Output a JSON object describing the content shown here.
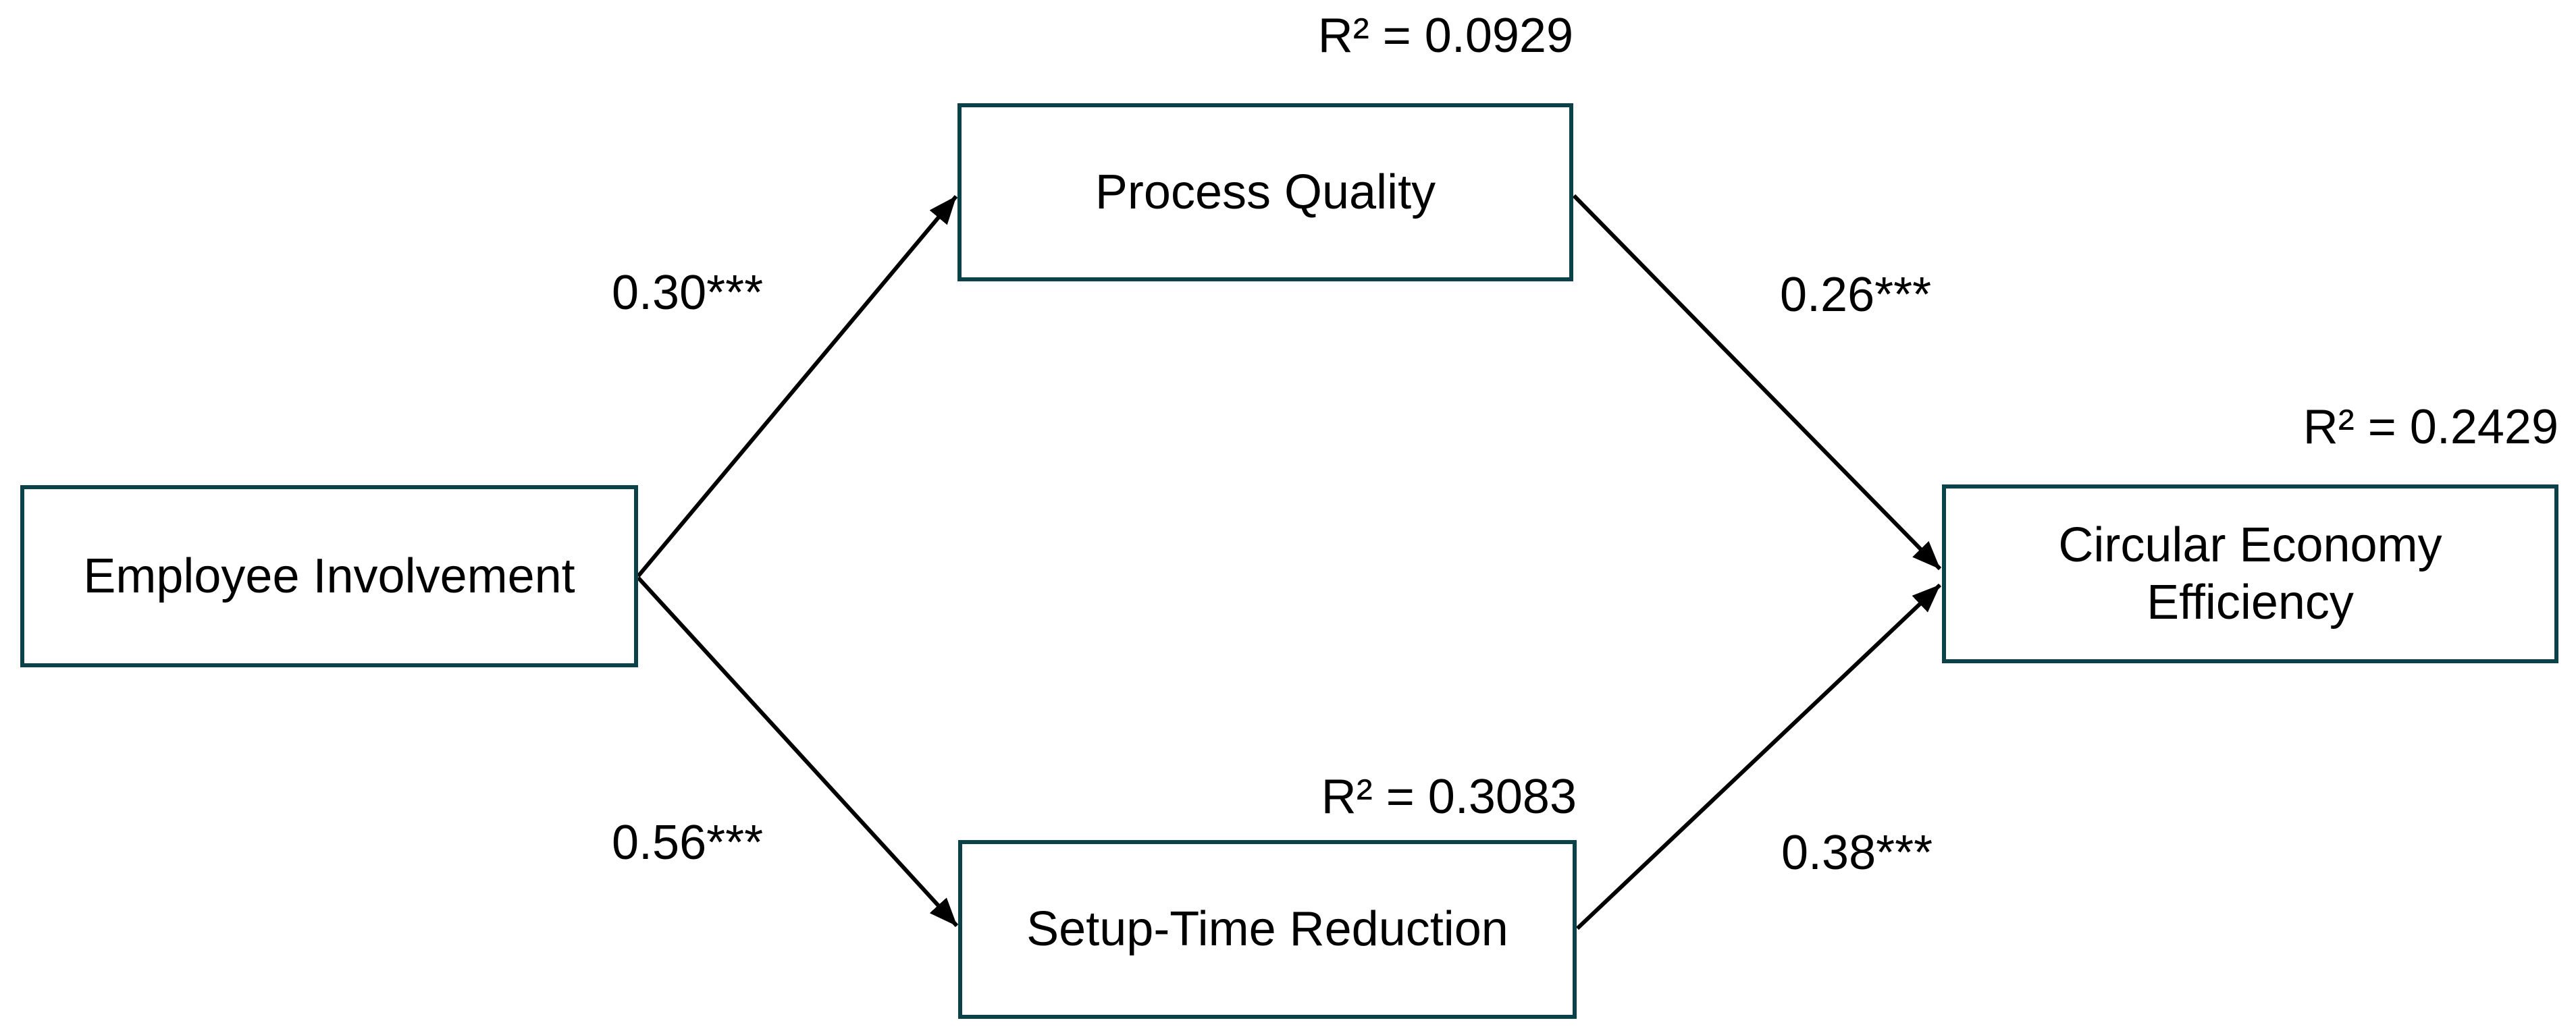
{
  "diagram": {
    "type": "structural-path-model",
    "nodes": [
      {
        "id": "employee_involvement",
        "label": "Employee Involvement"
      },
      {
        "id": "process_quality",
        "label": "Process Quality",
        "r2": 0.0929,
        "r2_label": "R² = 0.0929"
      },
      {
        "id": "setup_time_reduction",
        "label": "Setup-Time Reduction",
        "r2": 0.3083,
        "r2_label": "R² = 0.3083"
      },
      {
        "id": "circular_economy_efficiency",
        "label": "Circular Economy Efficiency",
        "r2": 0.2429,
        "r2_label": "R² = 0.2429"
      }
    ],
    "edges": [
      {
        "from": "employee_involvement",
        "to": "process_quality",
        "coefficient": 0.3,
        "significance": "***",
        "label": "0.30***"
      },
      {
        "from": "employee_involvement",
        "to": "setup_time_reduction",
        "coefficient": 0.56,
        "significance": "***",
        "label": "0.56***"
      },
      {
        "from": "process_quality",
        "to": "circular_economy_efficiency",
        "coefficient": 0.26,
        "significance": "***",
        "label": "0.26***"
      },
      {
        "from": "setup_time_reduction",
        "to": "circular_economy_efficiency",
        "coefficient": 0.38,
        "significance": "***",
        "label": "0.38***"
      }
    ],
    "colors": {
      "box_border": "#0b4149",
      "box_fill": "#ffffff",
      "arrow": "#000000",
      "text": "#000000",
      "background": "#ffffff"
    }
  }
}
